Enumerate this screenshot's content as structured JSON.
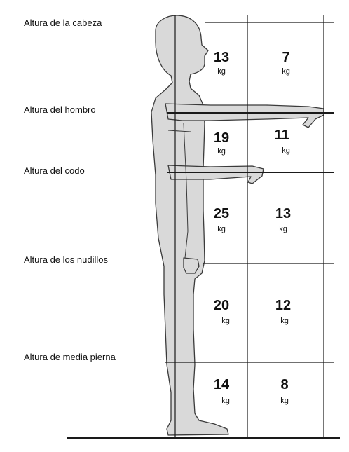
{
  "labels": {
    "head": "Altura de la cabeza",
    "shoulder": "Altura del hombro",
    "elbow": "Altura del codo",
    "knuckle": "Altura de los nudillos",
    "midleg": "Altura de media pierna"
  },
  "unit": "kg",
  "weights": [
    {
      "close": "13",
      "far": "7"
    },
    {
      "close": "19",
      "far": "11"
    },
    {
      "close": "25",
      "far": "13"
    },
    {
      "close": "20",
      "far": "12"
    },
    {
      "close": "14",
      "far": "8"
    }
  ],
  "colors": {
    "figure_fill": "#d9d9d9",
    "figure_stroke": "#3a3a3a",
    "line": "#1a1a1a"
  }
}
